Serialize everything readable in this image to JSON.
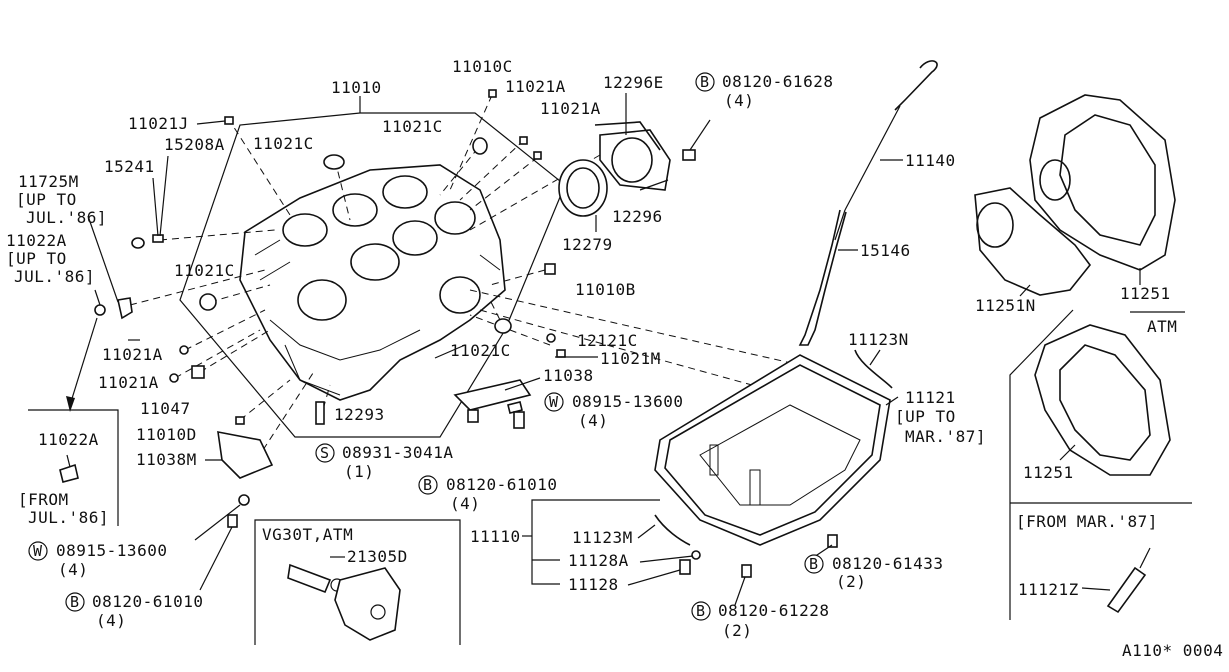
{
  "parts": {
    "p11010": "11010",
    "p11010C": "11010C",
    "p11021A_top1": "11021A",
    "p11021A_top2": "11021A",
    "p12296E": "12296E",
    "b_08120_61628": "08120-61628",
    "q4_a": "(4)",
    "p11021J": "11021J",
    "p15208A": "15208A",
    "p11021C_top": "11021C",
    "p11021C_mid": "11021C",
    "p15241": "15241",
    "p11725M": "11725M",
    "upto_a": "[UP TO",
    "jul86_a": "JUL.'86]",
    "p11022A": "11022A",
    "upto_b": "[UP TO",
    "jul86_b": "JUL.'86]",
    "p11140": "11140",
    "p12296": "12296",
    "p12279": "12279",
    "p15146": "15146",
    "p11021C_left": "11021C",
    "p11010B": "11010B",
    "p12121C": "12121C",
    "p11021M": "11021M",
    "p11021C_right": "11021C",
    "p11021A_left1": "11021A",
    "p11021A_left2": "11021A",
    "p11047": "11047",
    "p11038": "11038",
    "w_08915_13600_a": "08915-13600",
    "q4_b": "(4)",
    "p12293": "12293",
    "p11010D": "11010D",
    "p11038M": "11038M",
    "s_08931_3041A": "08931-3041A",
    "q1": "(1)",
    "b_08120_61010_a": "08120-61010",
    "q4_c": "(4)",
    "p11022A_box": "11022A",
    "from_a": "[FROM",
    "jul86_c": "JUL.'86]",
    "w_08915_13600_b": "08915-13600",
    "q4_d": "(4)",
    "b_08120_61010_b": "08120-61010",
    "q4_e": "(4)",
    "vg30t": "VG30T,ATM",
    "p21305D": "21305D",
    "p11123N": "11123N",
    "p11121": "11121",
    "upto_c": "[UP TO",
    "mar87": "MAR.'87]",
    "p11110": "11110",
    "p11123M": "11123M",
    "p11128A": "11128A",
    "p11128": "11128",
    "b_08120_61433": "08120-61433",
    "q2_a": "(2)",
    "b_08120_61228": "08120-61228",
    "q2_b": "(2)",
    "p11251N": "11251N",
    "p11251_top": "11251",
    "atm": "ATM",
    "p11251_mid": "11251",
    "from_mar87": "[FROM MAR.'87]",
    "p11121Z": "11121Z",
    "ref": "A110* 0004"
  },
  "markers": {
    "B": "B",
    "W": "W",
    "S": "S"
  }
}
